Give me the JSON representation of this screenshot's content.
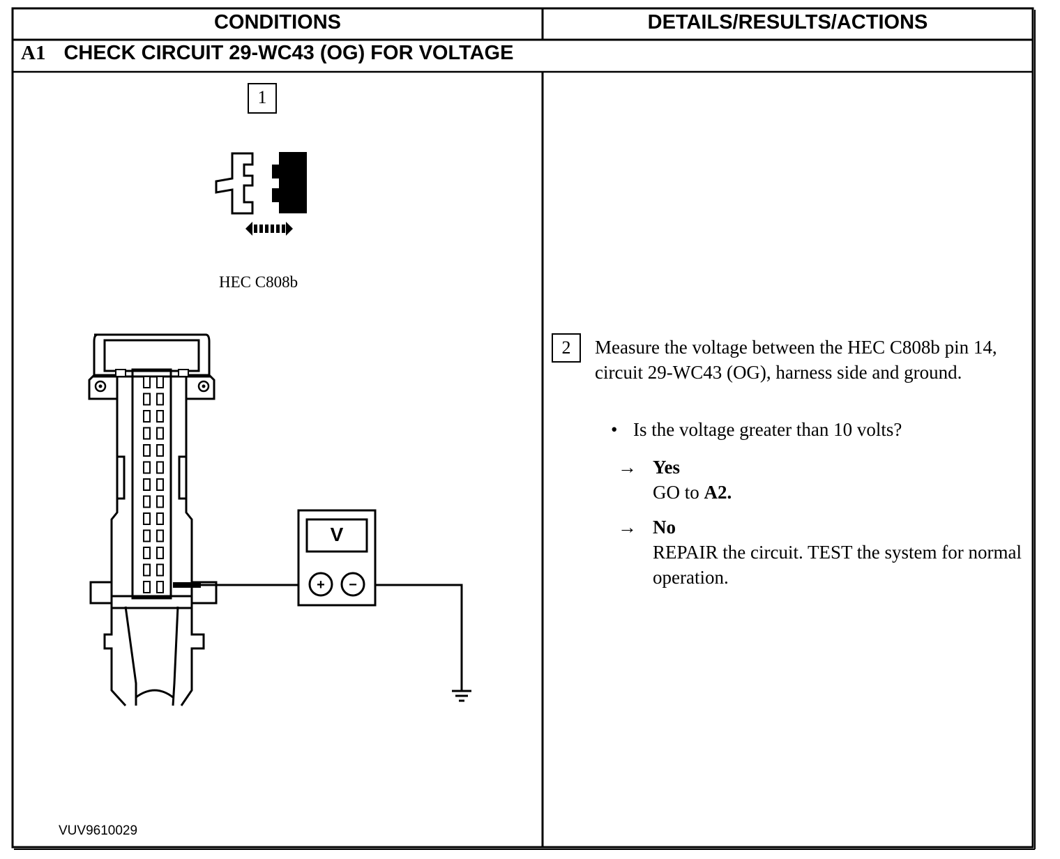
{
  "table": {
    "header_conditions": "CONDITIONS",
    "header_details": "DETAILS/RESULTS/ACTIONS"
  },
  "step": {
    "id": "A1",
    "title": "CHECK CIRCUIT 29-WC43 (OG) FOR VOLTAGE"
  },
  "figure": {
    "step_1_number": "1",
    "connector_label": "HEC C808b",
    "meter_symbol": "V",
    "meter_plus": "+",
    "meter_minus": "−",
    "figure_id": "VUV9610029"
  },
  "details": {
    "step_2_number": "2",
    "instruction": "Measure the voltage between the HEC C808b pin 14, circuit 29-WC43 (OG), harness side and ground.",
    "question": "Is the voltage greater than 10 volts?",
    "yes_label": "Yes",
    "yes_action_prefix": "GO to ",
    "yes_action_target": "A2.",
    "no_label": "No",
    "no_action": "REPAIR the circuit. TEST the system for normal operation."
  }
}
